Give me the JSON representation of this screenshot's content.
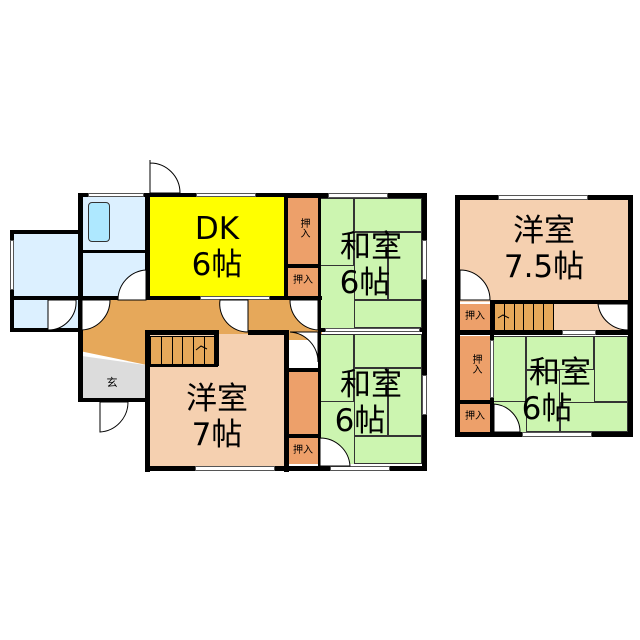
{
  "floor1": {
    "rooms": {
      "dk": {
        "name": "DK",
        "size": "6帖",
        "color": "#ffff00"
      },
      "washitsu_a": {
        "name": "和室",
        "size": "6帖",
        "color": "#ccf5b0"
      },
      "washitsu_b": {
        "name": "和室",
        "size": "6帖",
        "color": "#ccf5b0"
      },
      "yoshitsu": {
        "name": "洋室",
        "size": "7帖",
        "color": "#f5d0b0"
      },
      "entrance": {
        "name": "玄",
        "color": "#dcdcdc"
      },
      "hallway": {
        "color": "#e6a85a"
      },
      "bath": {
        "color": "#dcf0ff"
      },
      "oshiire_1": {
        "label": "押入",
        "color": "#eda06a"
      },
      "oshiire_2": {
        "label": "押入",
        "color": "#eda06a"
      },
      "oshiire_3": {
        "label": "押入",
        "color": "#eda06a"
      }
    }
  },
  "floor2": {
    "rooms": {
      "yoshitsu": {
        "name": "洋室",
        "size": "7.5帖",
        "color": "#f5d0b0"
      },
      "washitsu": {
        "name": "和室",
        "size": "6帖",
        "color": "#ccf5b0"
      },
      "oshiire_1": {
        "label": "押入",
        "color": "#eda06a"
      },
      "oshiire_2": {
        "label": "押入",
        "color": "#eda06a"
      },
      "oshiire_3": {
        "label": "押入",
        "color": "#eda06a"
      }
    }
  }
}
